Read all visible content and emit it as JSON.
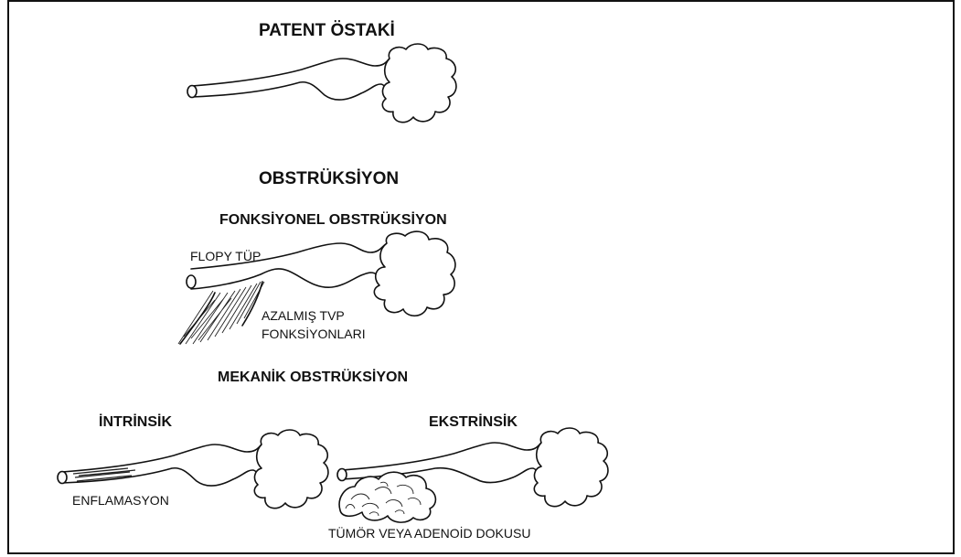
{
  "titles": {
    "patent": "PATENT ÖSTAKİ",
    "obstruction": "OBSTRÜKSİYON",
    "functional": "FONKSİYONEL OBSTRÜKSİYON",
    "mechanical": "MEKANİK OBSTRÜKSİYON",
    "intrinsic": "İNTRİNSİK",
    "extrinsic": "EKSTRİNSİK"
  },
  "labels": {
    "floppy_tube": "FLOPY TÜP",
    "reduced_tvp_line1": "AZALMIŞ TVP",
    "reduced_tvp_line2": "FONKSİYONLARI",
    "inflammation": "ENFLAMASYON",
    "tumor": "TÜMÖR VEYA ADENOİD DOKUSU"
  }
}
